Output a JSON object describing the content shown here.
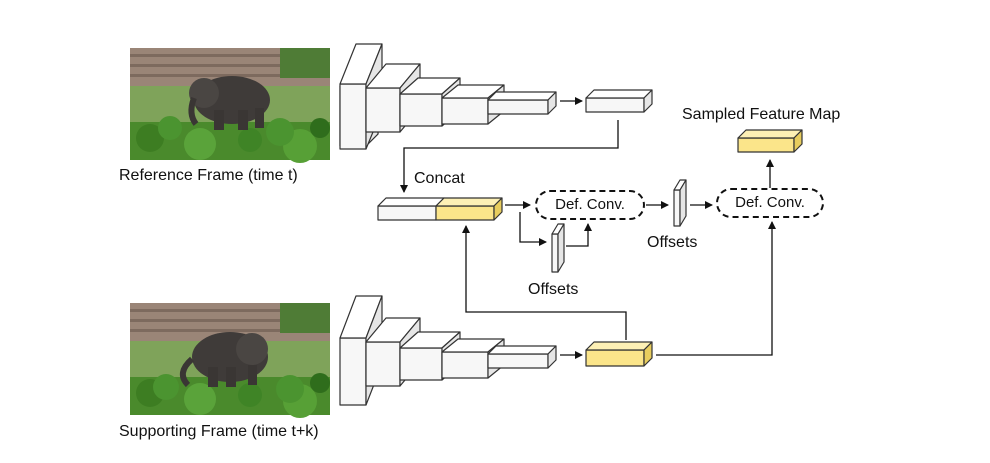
{
  "labels": {
    "reference_frame": "Reference Frame (time t)",
    "supporting_frame": "Supporting Frame (time t+k)",
    "concat": "Concat",
    "def_conv_1": "Def. Conv.",
    "def_conv_2": "Def. Conv.",
    "offsets_1": "Offsets",
    "offsets_2": "Offsets",
    "sampled_feature_map": "Sampled Feature Map"
  },
  "colors": {
    "feature_highlight": "#fbe58a",
    "feature_plain": "#f4f4f4",
    "stroke": "#333333"
  }
}
